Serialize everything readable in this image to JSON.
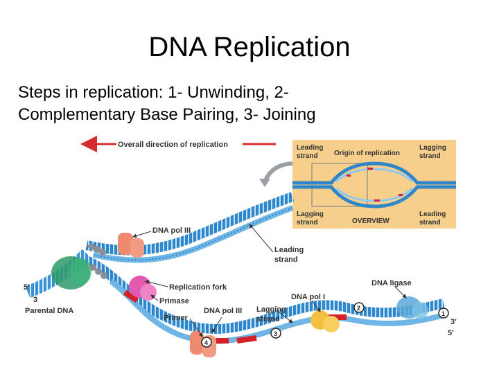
{
  "slide": {
    "title": "DNA Replication",
    "body_line1": "Steps in replication: 1- Unwinding, 2-",
    "body_line2": "Complementary Base Pairing, 3- Joining"
  },
  "diagram": {
    "overall_direction": "Overall direction of replication",
    "overview": {
      "leading_left_1": "Leading",
      "leading_left_2": "strand",
      "origin": "Origin of replication",
      "lagging_right_1": "Lagging",
      "lagging_right_2": "strand",
      "lagging_left_1": "Lagging",
      "lagging_left_2": "strand",
      "title": "OVERVIEW",
      "leading_right_1": "Leading",
      "leading_right_2": "strand"
    },
    "labels": {
      "dna_pol_iii_top": "DNA pol III",
      "leading_1": "Leading",
      "leading_2": "strand",
      "replication_fork": "Replication fork",
      "primase": "Primase",
      "primer": "Primer",
      "dna_pol_iii_bottom": "DNA pol III",
      "lagging_1": "Lagging",
      "lagging_2": "strand",
      "dna_pol_i": "DNA pol I",
      "dna_ligase": "DNA ligase",
      "parental_dna": "Parental DNA",
      "five_prime_left": "5′",
      "three_prime_left": "3",
      "three_prime_right": "3′",
      "five_prime_right": "5′"
    },
    "steps": [
      "1",
      "2",
      "3",
      "4"
    ],
    "colors": {
      "parental_strand": "#2f86c8",
      "new_strand": "#6fb6e6",
      "rna_primer": "#d6202a",
      "overview_bg": "#f6cf8c",
      "pol_iii": "#ef8a70",
      "primase": "#e25ab0",
      "helicase": "#2e9a6a",
      "pol_i": "#f4c040",
      "ligase": "#5aa8d8",
      "arrow_red": "#d92b2b"
    }
  }
}
